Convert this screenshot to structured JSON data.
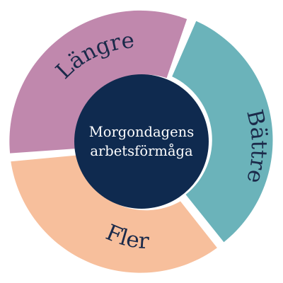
{
  "center": {
    "line1": "Morgondagens",
    "line2": "arbetsförmåga",
    "color": "#0f2a4f"
  },
  "segments": [
    {
      "label": "Bättre",
      "color": "#6bb3ba"
    },
    {
      "label": "Fler",
      "color": "#f7bf9c"
    },
    {
      "label": "Längre",
      "color": "#c088ad"
    }
  ],
  "colors": {
    "label_text": "#1b2a4a",
    "gap": "#ffffff"
  }
}
